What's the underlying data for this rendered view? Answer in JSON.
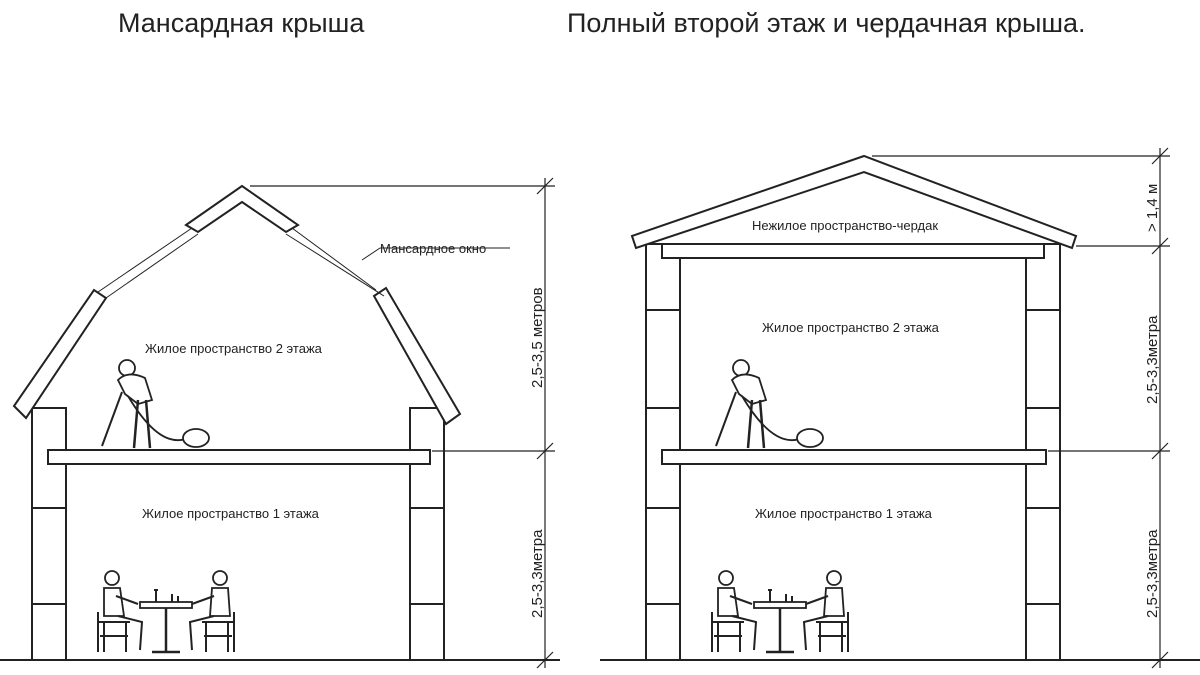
{
  "titles": {
    "left": "Мансардная крыша",
    "right": "Полный второй этаж и чердачная крыша."
  },
  "left_house": {
    "window_label": "Мансардное окно",
    "floor2_label": "Жилое пространство 2 этажа",
    "floor1_label": "Жилое пространство 1 этажа",
    "dim_upper": "2,5-3,5  метров",
    "dim_lower": "2,5-3,3метра"
  },
  "right_house": {
    "attic_label": "Нежилое пространство-чердак",
    "floor2_label": "Жилое пространство 2 этажа",
    "floor1_label": "Жилое пространство 1 этажа",
    "dim_attic": "> 1,4 м",
    "dim_upper": "2,5-3,3метра",
    "dim_lower": "2,5-3,3метра"
  },
  "colors": {
    "line": "#222222",
    "fill": "#ffffff"
  },
  "icons": [
    "person-vacuuming-icon",
    "dining-people-icon"
  ]
}
